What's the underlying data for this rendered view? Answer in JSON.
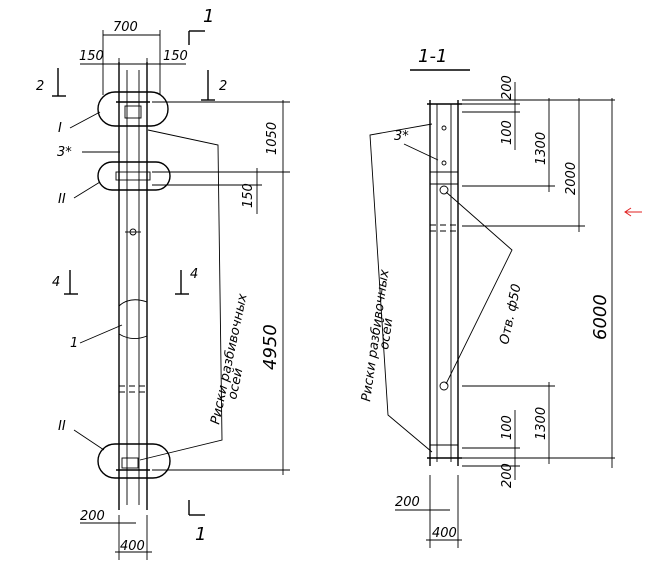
{
  "left_view": {
    "dim_top": "700",
    "dim_left_150": "150",
    "dim_right_150": "150",
    "section_mark_top": "1",
    "section_mark_bottom": "1",
    "mark_2_left": "2",
    "mark_2_right": "2",
    "node_I": "I",
    "node_II_top": "II",
    "node_II_bottom": "II",
    "item_3": "3*",
    "dim_1050": "1050",
    "dim_150_mid": "150",
    "dim_4950": "4950",
    "mark_4_left": "4",
    "mark_4_right": "4",
    "item_1": "1",
    "risks_line1": "Риски разбивочных",
    "risks_line2": "осей",
    "dim_200_bottom": "200",
    "dim_400_bottom": "400"
  },
  "right_view": {
    "title": "1-1",
    "item_3": "3*",
    "dim_200_top": "200",
    "dim_100_top": "100",
    "dim_1300_top": "1300",
    "dim_2000": "2000",
    "dim_6000": "6000",
    "hole_label": "Отв. ф50",
    "risks_line1": "Риски разбивочных",
    "risks_line2": "осей",
    "dim_100_bottom": "100",
    "dim_1300_bottom": "1300",
    "dim_200_bottom": "200",
    "dim_200_left": "200",
    "dim_400_bottom": "400"
  },
  "colors": {
    "ink": "#000000",
    "pointer": "#e02020"
  }
}
